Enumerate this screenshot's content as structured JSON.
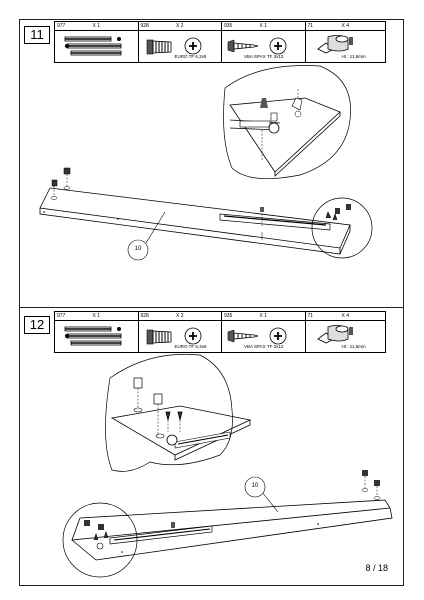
{
  "steps": [
    {
      "number": "11",
      "parts": [
        {
          "code": "977",
          "qty": "X 1",
          "label": ""
        },
        {
          "code": "928",
          "qty": "X 2",
          "label": "EURO TF 6,3x9"
        },
        {
          "code": "935",
          "qty": "X 1",
          "label": "VBA SPAX TF 3x12"
        },
        {
          "code": "71",
          "qty": "X 4",
          "label": "Ht : 11,6mm"
        }
      ],
      "callout": "10"
    },
    {
      "number": "12",
      "parts": [
        {
          "code": "977",
          "qty": "X 1",
          "label": ""
        },
        {
          "code": "928",
          "qty": "X 2",
          "label": "EURO TF 6,3x9"
        },
        {
          "code": "935",
          "qty": "X 1",
          "label": "VBA SPAX TF 3x12"
        },
        {
          "code": "71",
          "qty": "X 4",
          "label": "Ht : 11,6mm"
        }
      ],
      "callout": "10"
    }
  ],
  "page_number": "8 / 18"
}
